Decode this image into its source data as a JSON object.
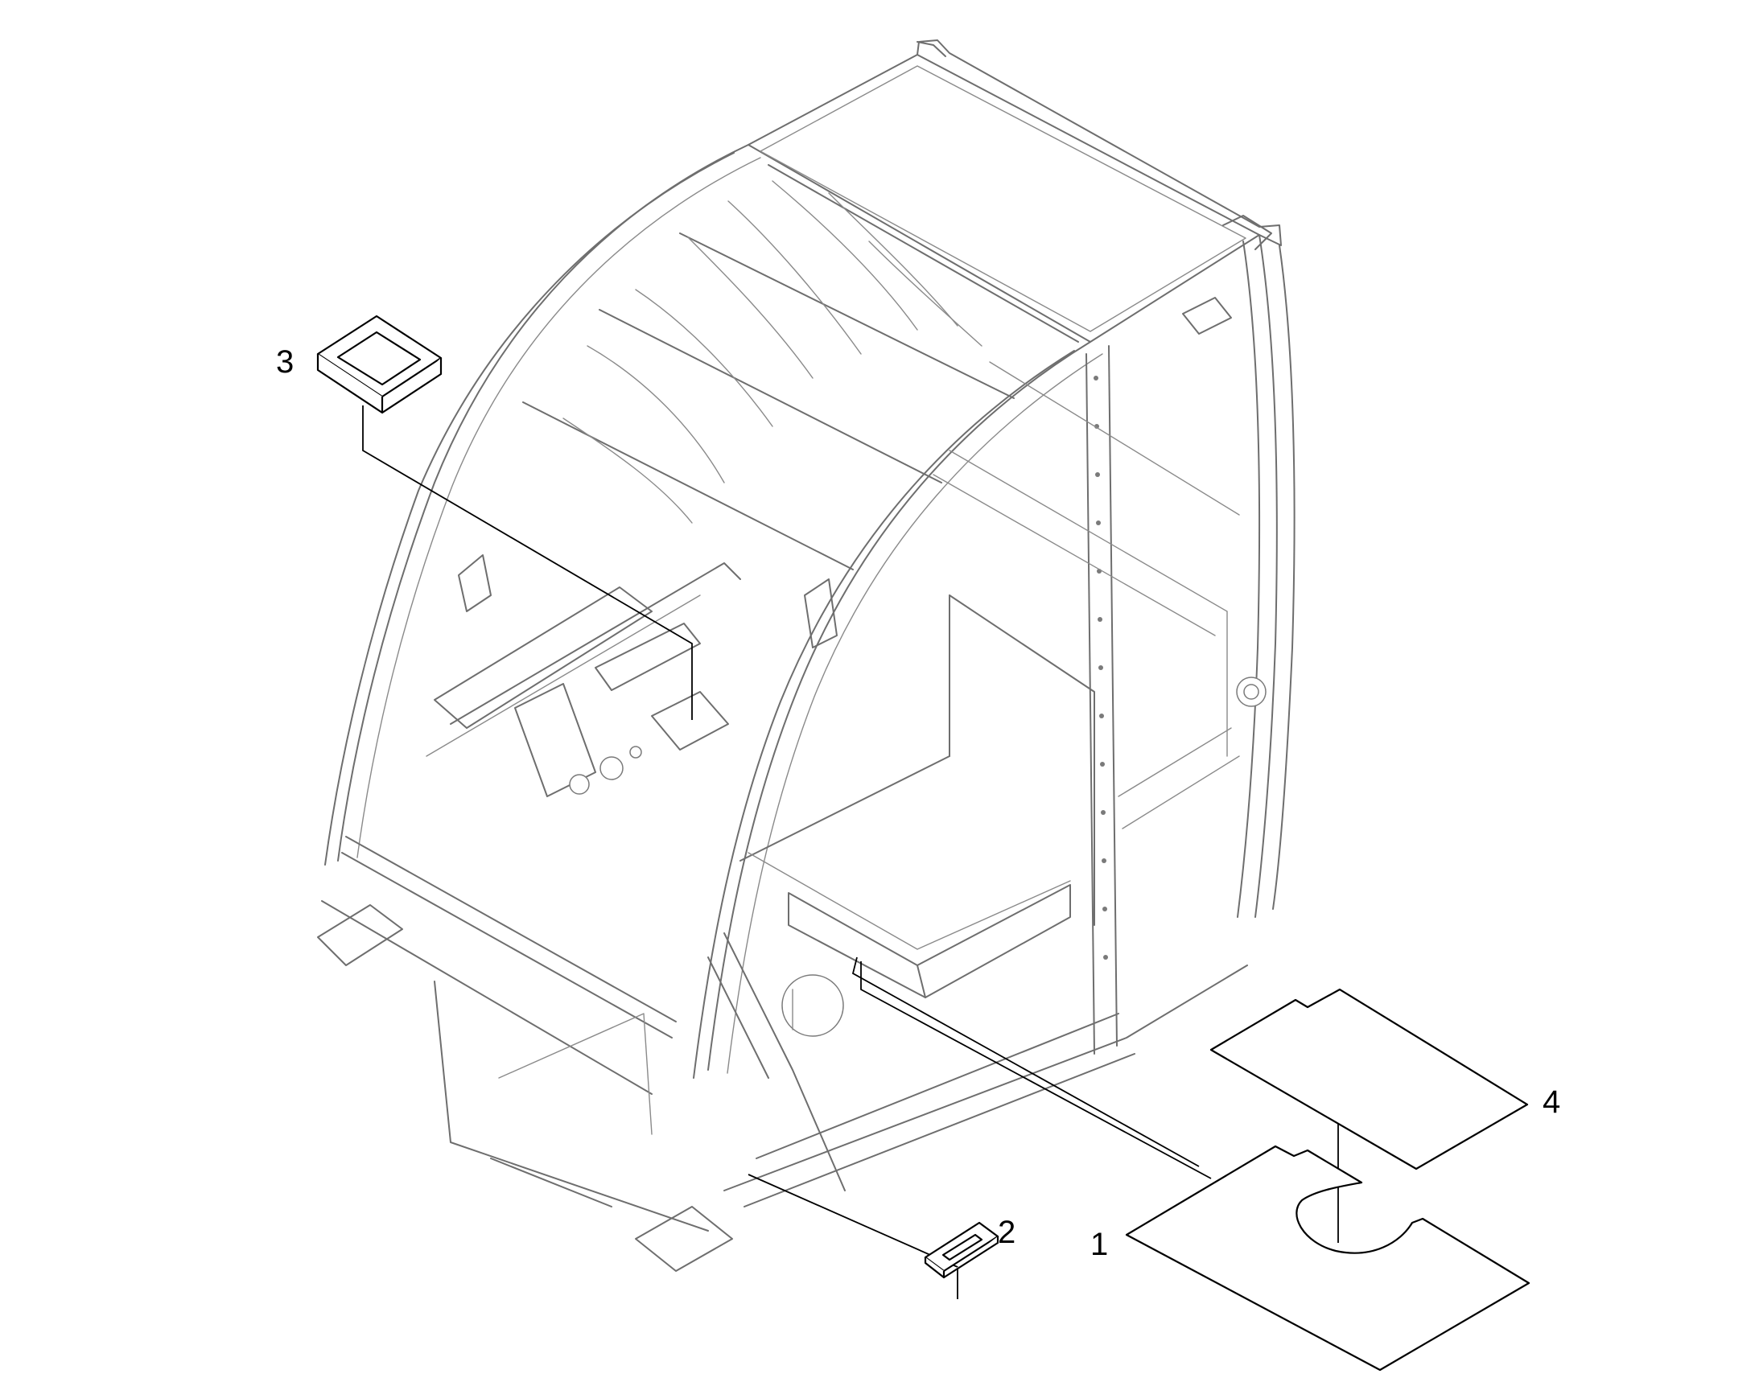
{
  "diagram": {
    "callouts": [
      {
        "id": "1",
        "label": "1"
      },
      {
        "id": "2",
        "label": "2"
      },
      {
        "id": "3",
        "label": "3"
      },
      {
        "id": "4",
        "label": "4"
      }
    ],
    "colors": {
      "part_outline": "#000000",
      "cab_frame": "#6e6e6e",
      "background": "#ffffff"
    }
  }
}
